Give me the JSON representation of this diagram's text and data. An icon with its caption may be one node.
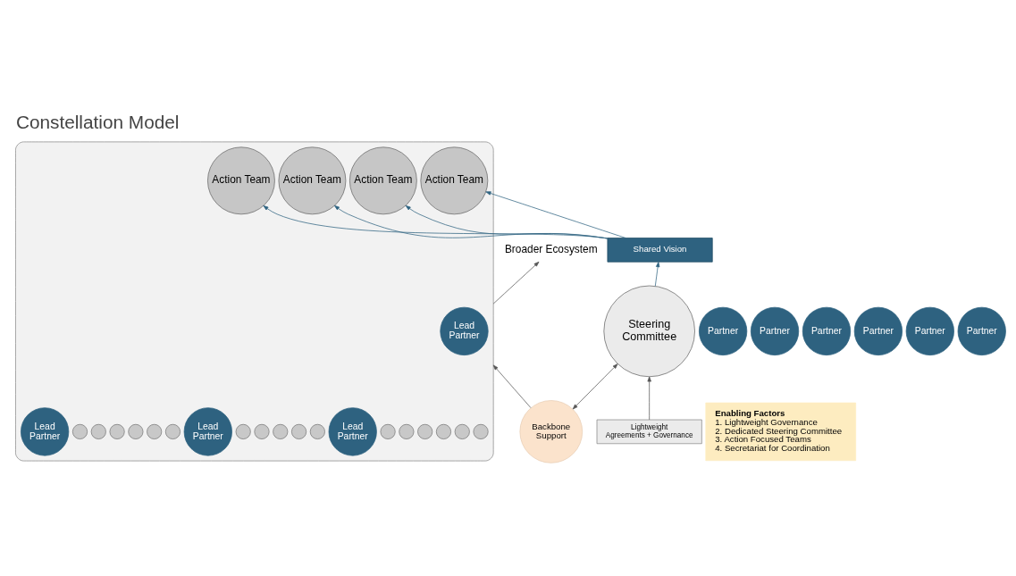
{
  "diagram": {
    "title": "Constellation Model",
    "nodes": [
      {
        "text": [],
        "shape": "cloud"
      },
      {
        "text": [
          "Broader Ecosystem"
        ]
      },
      {
        "text": [
          "Lead Partner"
        ],
        "in": 0
      },
      {
        "text": [
          "Action Team"
        ],
        "in": 0
      },
      {
        "text": [],
        "shape": "circle",
        "in": 0
      },
      {
        "text": [],
        "shape": "circle",
        "in": 0
      },
      {
        "text": [],
        "shape": "circle",
        "in": 0
      },
      {
        "text": [],
        "shape": "circle",
        "in": 0
      },
      {
        "text": [],
        "shape": "circle",
        "in": 0
      },
      {
        "text": [],
        "shape": "circle",
        "in": 0
      },
      {
        "text": [
          "Lead Partner"
        ],
        "in": 0
      },
      {
        "text": [
          "Action Team"
        ],
        "in": 0
      },
      {
        "text": [],
        "shape": "circle",
        "in": 0
      },
      {
        "text": [],
        "shape": "circle",
        "in": 0
      },
      {
        "text": [],
        "shape": "circle",
        "in": 0
      },
      {
        "text": [],
        "shape": "circle",
        "in": 0
      },
      {
        "text": [],
        "shape": "circle",
        "in": 0
      },
      {
        "text": [
          "Lead Partner"
        ],
        "in": 0
      },
      {
        "text": [
          "Action Team"
        ],
        "in": 0
      },
      {
        "text": [],
        "shape": "circle",
        "in": 0
      },
      {
        "text": [
          "Action Team"
        ],
        "in": 0
      },
      {
        "text": [],
        "shape": "circle",
        "in": 0
      },
      {
        "text": [],
        "shape": "circle",
        "in": 0
      },
      {
        "text": [],
        "shape": "circle",
        "in": 0
      },
      {
        "text": [],
        "shape": "circle",
        "in": 0
      },
      {
        "text": [],
        "shape": "circle",
        "in": 0
      },
      {
        "text": [
          "Lead Partner"
        ],
        "in": 0
      },
      {
        "text": [
          "Shared Vision"
        ]
      },
      {
        "text": [
          "Backbone Support"
        ]
      },
      {
        "text": [
          "Steering Committee"
        ]
      },
      {
        "text": [
          "Partner"
        ]
      },
      {
        "text": [
          "Partner"
        ]
      },
      {
        "text": [
          "Partner"
        ]
      },
      {
        "text": [
          "Partner"
        ]
      },
      {
        "text": [
          "Partner"
        ]
      },
      {
        "text": [
          "Partner"
        ]
      },
      {
        "text": [
          "Lightweight Agreements + Governance"
        ]
      },
      {
        "text": [
          "Enabling Factors",
          "1. Lightweight Governance",
          "2. Dedicated Steering Committee",
          "3. Action Focused Teams",
          "4. Secretariat for Coordination"
        ]
      }
    ],
    "edges": [
      {
        "from": 0,
        "to": 1,
        "arrow": "to",
        "color": "#555555"
      },
      {
        "from": 27,
        "to": 3,
        "arrow": "to"
      },
      {
        "from": 27,
        "to": 11,
        "arrow": "to"
      },
      {
        "from": 27,
        "to": 18,
        "arrow": "to"
      },
      {
        "from": 27,
        "to": 20,
        "arrow": "to"
      },
      {
        "from": 29,
        "to": 27,
        "arrow": "to"
      },
      {
        "from": 28,
        "to": 0,
        "arrow": "to",
        "color": "#555555"
      },
      {
        "from": 28,
        "to": 29,
        "arrow": "both",
        "color": "#555555"
      },
      {
        "from": 36,
        "to": 29,
        "arrow": "to",
        "color": "#555555"
      }
    ]
  }
}
